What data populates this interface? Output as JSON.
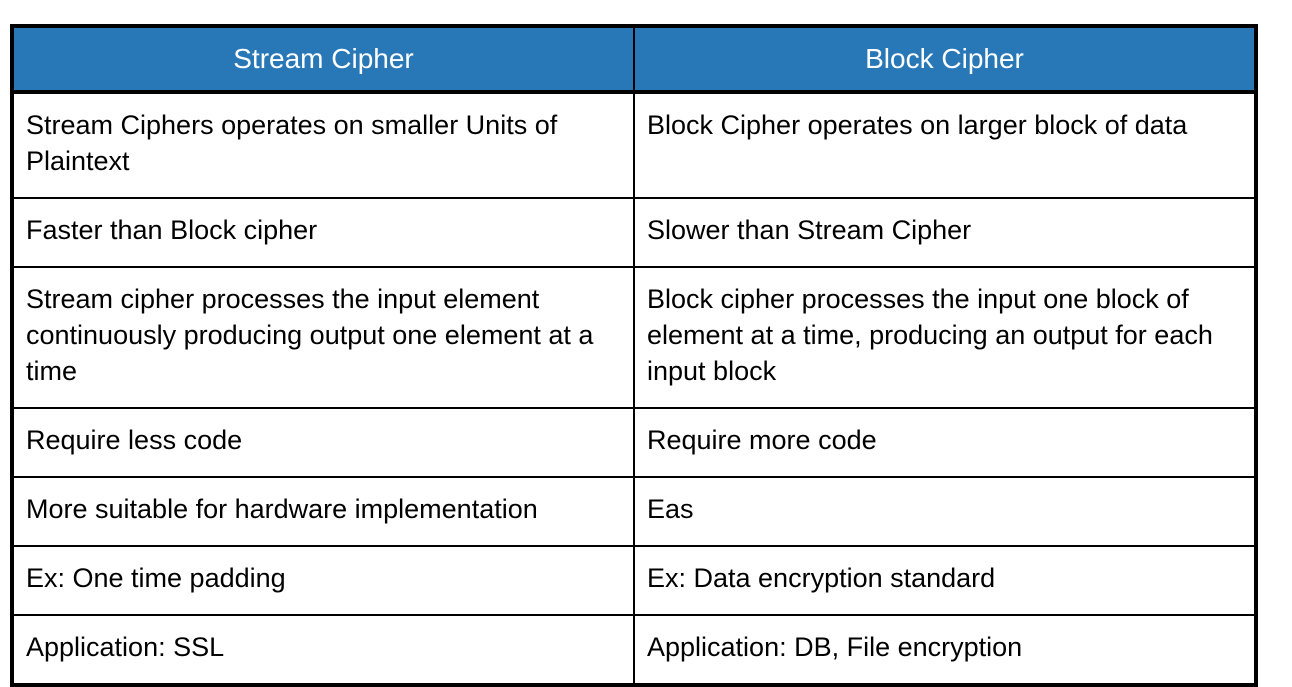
{
  "table": {
    "header_bg": "#2878b8",
    "header_text_color": "#ffffff",
    "border_color": "#000000",
    "headers": [
      {
        "label": "Stream Cipher"
      },
      {
        "label": "Block Cipher"
      }
    ],
    "rows": [
      {
        "left": "Stream Ciphers operates on smaller Units of Plaintext",
        "right": "Block Cipher operates on larger block of data"
      },
      {
        "left": "Faster than Block cipher",
        "right": "Slower than Stream Cipher"
      },
      {
        "left": "Stream cipher processes the input element continuously producing output one element at a time",
        "right": "Block cipher processes the input one block of element at a time, producing an output for each input block"
      },
      {
        "left": "Require less code",
        "right": "Require more code"
      },
      {
        "left": "More suitable for hardware implementation",
        "right": "Eas"
      },
      {
        "left": "Ex: One time padding",
        "right": "Ex: Data encryption standard"
      },
      {
        "left": "Application: SSL",
        "right": "Application: DB, File encryption"
      }
    ]
  }
}
